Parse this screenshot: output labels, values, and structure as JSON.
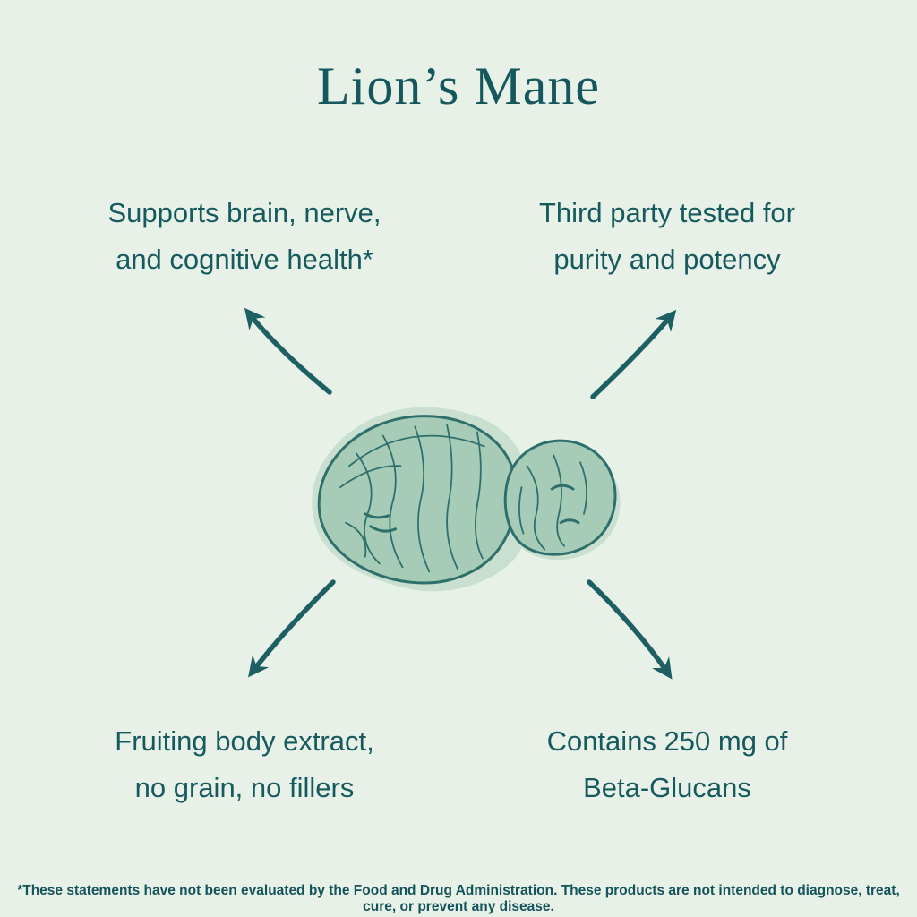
{
  "page": {
    "title": "Lion’s Mane",
    "background_color": "#e7f1e8",
    "accent_color": "#175a5e"
  },
  "features": [
    {
      "id": "top-left",
      "lines": [
        "Supports brain, nerve,",
        "and cognitive health*"
      ]
    },
    {
      "id": "top-right",
      "lines": [
        "Third party tested for",
        "purity and potency"
      ]
    },
    {
      "id": "bottom-left",
      "lines": [
        "Fruiting body extract,",
        "no grain, no fillers"
      ]
    },
    {
      "id": "bottom-right",
      "lines": [
        "Contains 250 mg of",
        "Beta-Glucans"
      ]
    }
  ],
  "illustration": {
    "name": "lions-mane-mushroom",
    "fill_color": "#a6ccb7",
    "line_color": "#2e6f6b"
  },
  "arrows": {
    "color": "#1d5f63",
    "directions": [
      "to-top-left",
      "to-top-right",
      "to-bottom-left",
      "to-bottom-right"
    ]
  },
  "disclaimer": "*These statements have not been evaluated by the Food and Drug Administration. These products are not intended to diagnose, treat, cure, or prevent any disease."
}
